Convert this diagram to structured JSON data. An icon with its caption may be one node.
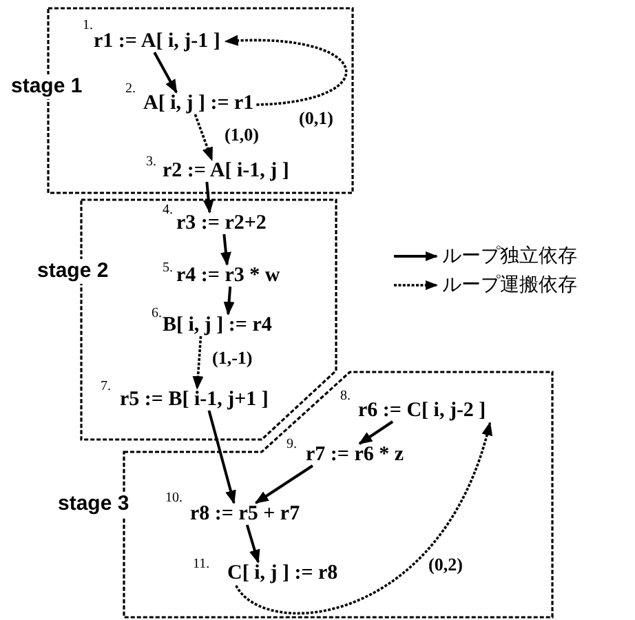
{
  "diagram": {
    "nodes": [
      {
        "text": [
          "stage 1"
        ]
      },
      {
        "text": [
          "1.",
          "r1 := A[ i, j-1 ]"
        ],
        "in": 0
      },
      {
        "text": [
          "2.",
          "A[ i, j ] := r1"
        ],
        "in": 0
      },
      {
        "text": [
          "3.",
          "r2 := A[ i-1, j ]"
        ],
        "in": 0
      },
      {
        "text": [
          "stage 2"
        ]
      },
      {
        "text": [
          "4.",
          "r3 := r2+2"
        ],
        "in": 4
      },
      {
        "text": [
          "5.",
          "r4 := r3 * w"
        ],
        "in": 4
      },
      {
        "text": [
          "6.",
          "B[ i, j ] := r4"
        ],
        "in": 4
      },
      {
        "text": [
          "7.",
          "r5 := B[ i-1, j+1 ]"
        ],
        "in": 4
      },
      {
        "text": [
          "stage 3"
        ]
      },
      {
        "text": [
          "8.",
          "r6 := C[ i, j-2 ]"
        ],
        "in": 9
      },
      {
        "text": [
          "9.",
          "r7 := r6 * z"
        ],
        "in": 9
      },
      {
        "text": [
          "10.",
          "r8 := r5 + r7"
        ],
        "in": 9
      },
      {
        "text": [
          "11.",
          "C[ i, j ] := r8"
        ],
        "in": 9
      }
    ],
    "edges": [
      {
        "from": 1,
        "to": 2,
        "arrow": "to"
      },
      {
        "from": 2,
        "to": 1,
        "arrow": "to",
        "style": "dashed",
        "label": "(0,1)"
      },
      {
        "from": 2,
        "to": 3,
        "arrow": "to",
        "style": "dashed",
        "label": "(1,0)"
      },
      {
        "from": 3,
        "to": 5,
        "arrow": "to"
      },
      {
        "from": 5,
        "to": 6,
        "arrow": "to"
      },
      {
        "from": 6,
        "to": 7,
        "arrow": "to"
      },
      {
        "from": 7,
        "to": 8,
        "arrow": "to",
        "style": "dashed",
        "label": "(1,-1)"
      },
      {
        "from": 8,
        "to": 12,
        "arrow": "to"
      },
      {
        "from": 10,
        "to": 11,
        "arrow": "to"
      },
      {
        "from": 11,
        "to": 12,
        "arrow": "to"
      },
      {
        "from": 12,
        "to": 13,
        "arrow": "to"
      },
      {
        "from": 13,
        "to": 10,
        "arrow": "to",
        "style": "dashed",
        "label": "(0,2)"
      }
    ],
    "legend": [
      {
        "text": "ループ独立依存"
      },
      {
        "text": "ループ運搬依存"
      }
    ]
  }
}
